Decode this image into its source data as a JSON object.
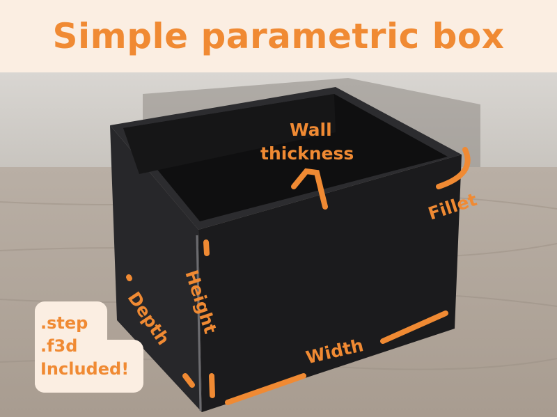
{
  "banner": {
    "title": "Simple parametric box"
  },
  "annotations": {
    "wall_thickness_line1": "Wall",
    "wall_thickness_line2": "thickness",
    "fillet": "Fillet",
    "height": "Height",
    "depth": "Depth",
    "width": "Width"
  },
  "badge": {
    "line1": ".step",
    "line2": ".f3d",
    "line3": "Included!"
  },
  "colors": {
    "accent": "#f08a33",
    "banner_bg": "#fbeee2",
    "box": "#1c1c1e"
  }
}
